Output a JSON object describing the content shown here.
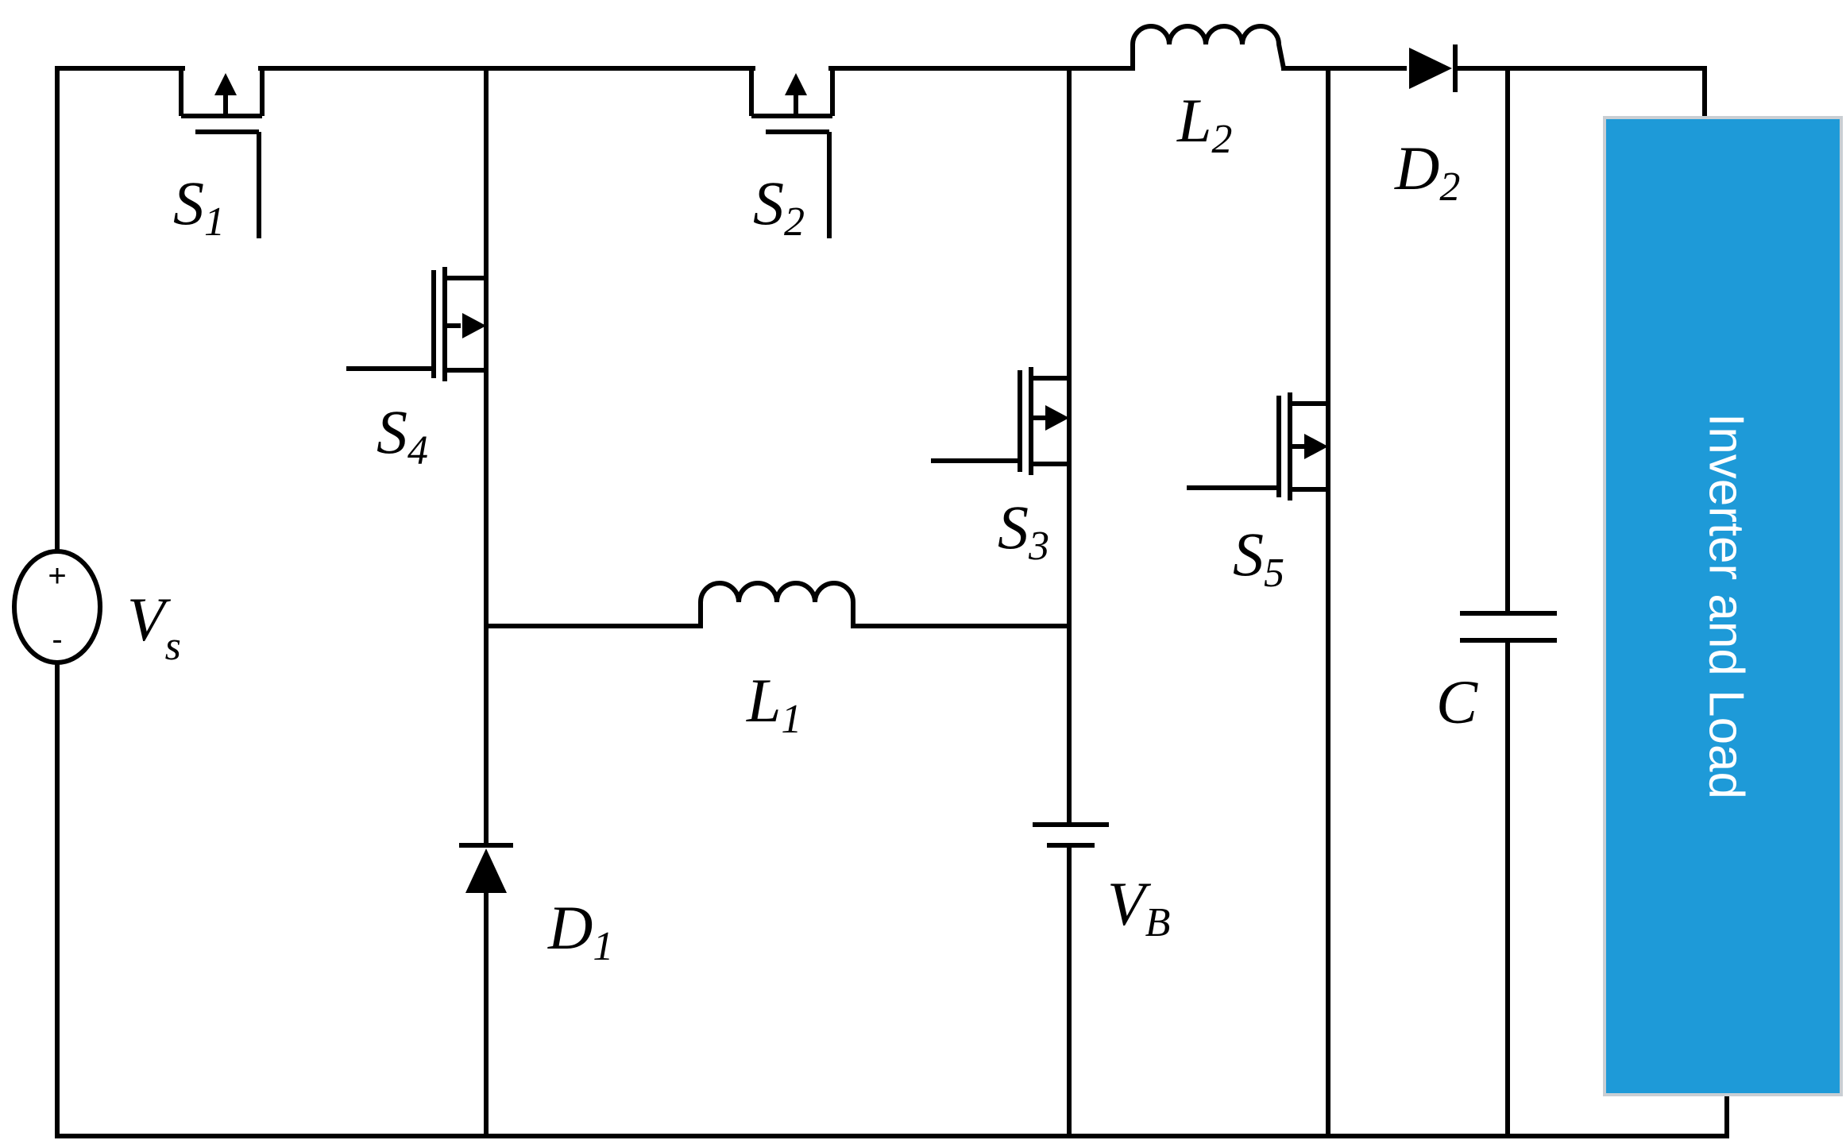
{
  "labels": {
    "s1": {
      "main": "S",
      "sub": "1"
    },
    "s2": {
      "main": "S",
      "sub": "2"
    },
    "s3": {
      "main": "S",
      "sub": "3"
    },
    "s4": {
      "main": "S",
      "sub": "4"
    },
    "s5": {
      "main": "S",
      "sub": "5"
    },
    "l1": {
      "main": "L",
      "sub": "1"
    },
    "l2": {
      "main": "L",
      "sub": "2"
    },
    "d1": {
      "main": "D",
      "sub": "1"
    },
    "d2": {
      "main": "D",
      "sub": "2"
    },
    "vs": {
      "main": "V",
      "sub": "s"
    },
    "vb": {
      "main": "V",
      "sub": "B"
    },
    "c": {
      "main": "C"
    }
  },
  "source": {
    "plus": "+",
    "minus": "-"
  },
  "load": {
    "label": "Inverter and Load",
    "color": "#1e9ad8",
    "border": "#c9ced3"
  },
  "wire_color": "#000000"
}
